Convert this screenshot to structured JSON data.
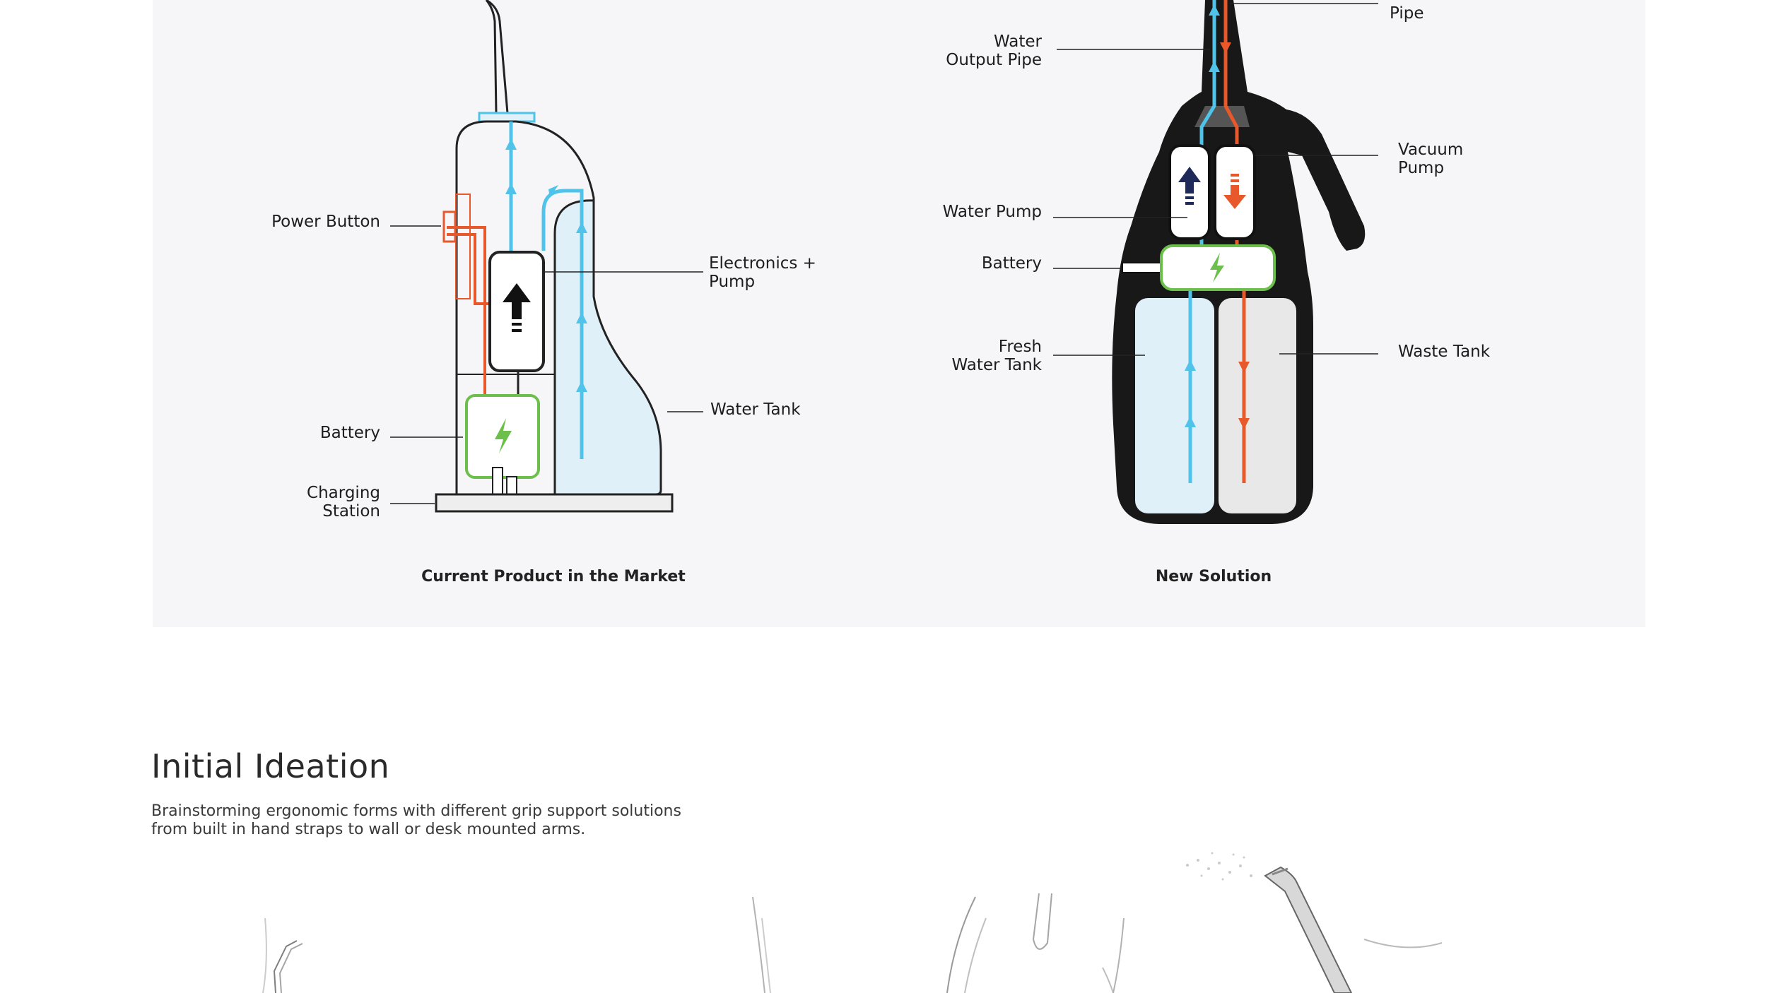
{
  "diagram": {
    "left": {
      "caption": "Current Product in the Market",
      "labels": {
        "power_button": "Power Button",
        "electronics_pump": [
          "Electronics +",
          "Pump"
        ],
        "water_tank": "Water Tank",
        "battery": "Battery",
        "charging_station": [
          "Charging",
          "Station"
        ]
      }
    },
    "right": {
      "caption": "New Solution",
      "labels": {
        "water_output_pipe": [
          "Water",
          "Output Pipe"
        ],
        "suction_pipe": "Pipe",
        "vacuum_pump": [
          "Vacuum",
          "Pump"
        ],
        "water_pump": "Water Pump",
        "battery": "Battery",
        "fresh_water_tank": [
          "Fresh",
          "Water Tank"
        ],
        "waste_tank": "Waste Tank"
      }
    },
    "colors": {
      "water": "#4fc3ea",
      "waste": "#e8582a",
      "battery": "#6cbf4b",
      "tank_fill": "#dff0f9",
      "arrow_dark": "#1f2a5a"
    }
  },
  "ideation": {
    "title": "Initial Ideation",
    "description": [
      "Brainstorming ergonomic forms with different grip support solutions",
      "from built in hand straps to wall or desk mounted arms."
    ]
  }
}
